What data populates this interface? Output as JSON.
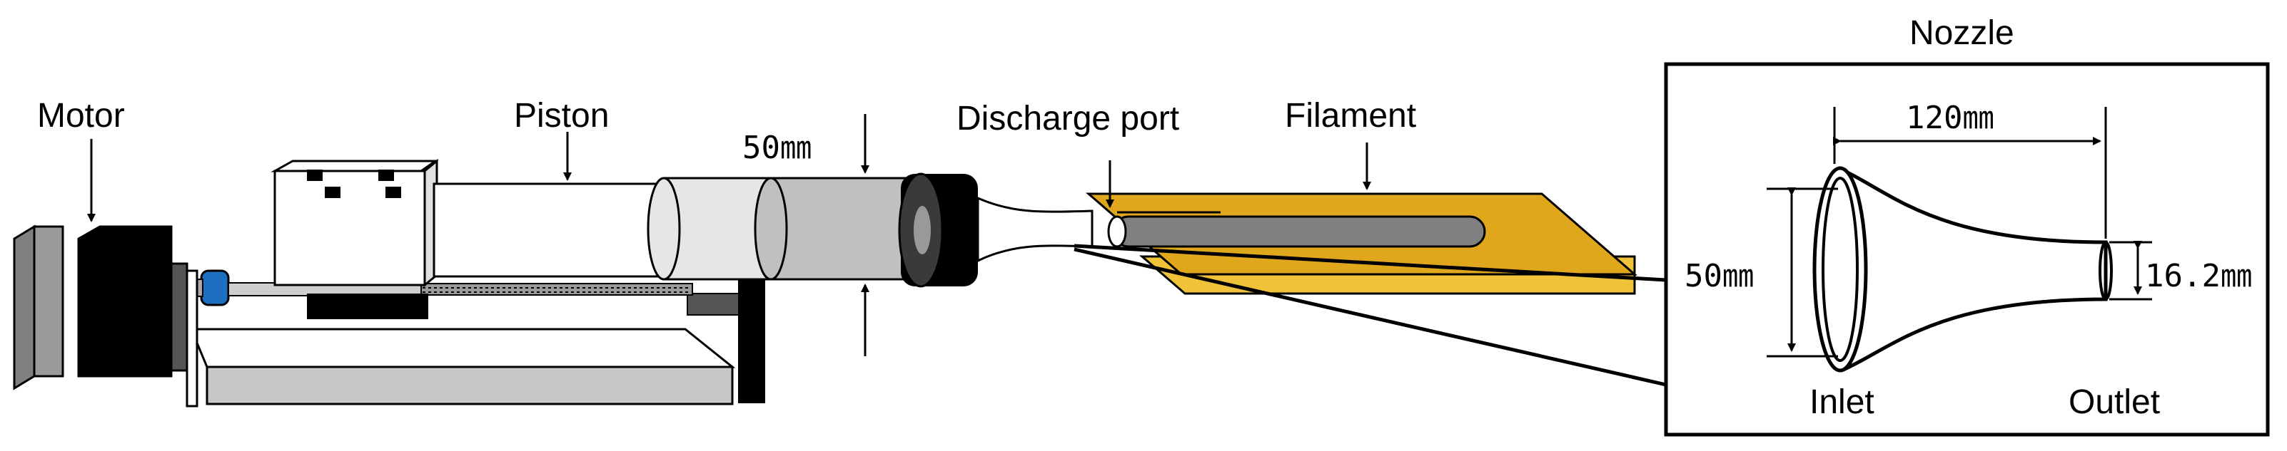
{
  "labels": {
    "motor": "Motor",
    "piston": "Piston",
    "dim_piston": "50㎜",
    "discharge_port": "Discharge port",
    "filament": "Filament",
    "nozzle": "Nozzle",
    "dim_length": "120㎜",
    "dim_inlet": "50㎜",
    "dim_outlet": "16.2㎜",
    "inlet": "Inlet",
    "outlet": "Outlet"
  },
  "colors": {
    "filament_plate": "#E0A61C",
    "filament_plate_light": "#F0C23A",
    "filament_rod": "#808080",
    "cylinder_light": "#E6E6E6",
    "cylinder_mid": "#C0C0C0",
    "coupling": "#1E6FC0",
    "motor_plate": "#808080"
  }
}
